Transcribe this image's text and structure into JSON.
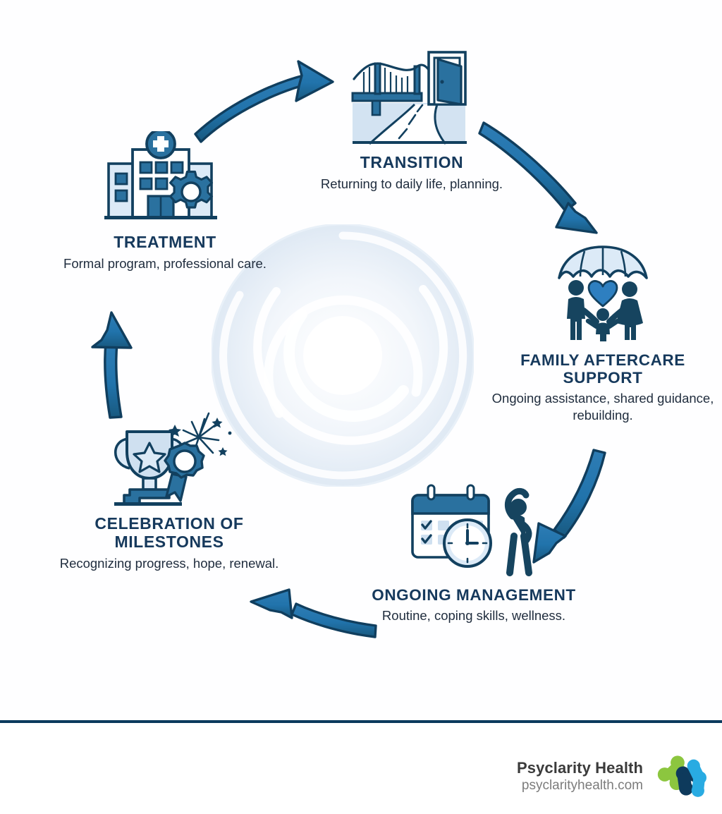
{
  "document": {
    "type": "cycle-infographic",
    "background_color": "#ffffff",
    "accent_dark": "#16395c",
    "accent_mid": "#1f6496",
    "accent_light": "#cfe0f0",
    "body_text_color": "#1f2c3d",
    "watermark": "blue-swirl-circle"
  },
  "stages": [
    {
      "id": "transition",
      "title": "TRANSITION",
      "description": "Returning to daily life, planning.",
      "icon": "bridge-road-open-door-icon"
    },
    {
      "id": "family-aftercare-support",
      "title": "FAMILY AFTERCARE SUPPORT",
      "description": "Ongoing assistance, shared guidance, rebuilding.",
      "icon": "family-umbrella-heart-icon"
    },
    {
      "id": "ongoing-management",
      "title": "ONGOING MANAGEMENT",
      "description": "Routine, coping skills, wellness.",
      "icon": "calendar-clock-stretching-person-icon"
    },
    {
      "id": "celebration-of-milestones",
      "title": "CELEBRATION OF MILESTONES",
      "description": "Recognizing progress, hope, renewal.",
      "icon": "trophy-award-ribbon-fireworks-icon"
    },
    {
      "id": "treatment",
      "title": "TREATMENT",
      "description": "Formal program, professional care.",
      "icon": "hospital-building-gear-icon"
    }
  ],
  "arrows": [
    {
      "id": "treatment-to-transition",
      "from": "treatment",
      "to": "transition",
      "style": "curved-arrow"
    },
    {
      "id": "transition-to-family",
      "from": "transition",
      "to": "family",
      "style": "curved-arrow"
    },
    {
      "id": "family-to-ongoing",
      "from": "family",
      "to": "ongoing",
      "style": "curved-arrow"
    },
    {
      "id": "ongoing-to-celebration",
      "from": "ongoing",
      "to": "celebration",
      "style": "curved-arrow"
    },
    {
      "id": "celebration-to-treatment",
      "from": "celebration",
      "to": "treatment",
      "style": "curved-arrow"
    }
  ],
  "footer": {
    "brand_name": "Psyclarity Health",
    "brand_url": "psyclarityhealth.com",
    "logo_icon": "psyclarity-node-cluster-logo",
    "logo_colors": {
      "green": "#8cc63f",
      "navy": "#0e3a5c",
      "cyan": "#29abe2"
    },
    "rule_color": "#0b3a5d"
  }
}
